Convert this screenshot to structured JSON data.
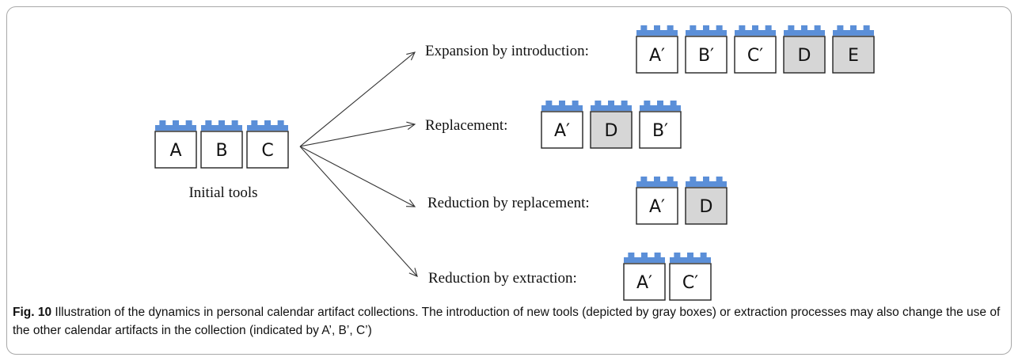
{
  "diagram": {
    "initial": {
      "label": "Initial tools",
      "boxes": [
        {
          "letter": "A",
          "gray": false
        },
        {
          "letter": "B",
          "gray": false
        },
        {
          "letter": "C",
          "gray": false
        }
      ]
    },
    "outcomes": [
      {
        "label": "Expansion by introduction:",
        "boxes": [
          {
            "letter": "A′",
            "gray": false
          },
          {
            "letter": "B′",
            "gray": false
          },
          {
            "letter": "C′",
            "gray": false
          },
          {
            "letter": "D",
            "gray": true
          },
          {
            "letter": "E",
            "gray": true
          }
        ]
      },
      {
        "label": "Replacement:",
        "boxes": [
          {
            "letter": "A′",
            "gray": false
          },
          {
            "letter": "D",
            "gray": true
          },
          {
            "letter": "B′",
            "gray": false
          }
        ]
      },
      {
        "label": "Reduction by replacement:",
        "boxes": [
          {
            "letter": "A′",
            "gray": false
          },
          {
            "letter": "D",
            "gray": true
          }
        ]
      },
      {
        "label": "Reduction by extraction:",
        "boxes": [
          {
            "letter": "A′",
            "gray": false
          },
          {
            "letter": "C′",
            "gray": false
          }
        ]
      }
    ],
    "colors": {
      "binding": "#5b8fd8",
      "gray_box": "#d6d6d6",
      "white_box": "#ffffff"
    }
  },
  "caption": {
    "fig_label": "Fig. 10",
    "text": " Illustration of the dynamics in personal calendar artifact collections. The introduction of new tools (depicted by gray boxes) or extraction processes may also change the use of the other calendar artifacts in the collection (indicated by A’, B’, C’)"
  }
}
